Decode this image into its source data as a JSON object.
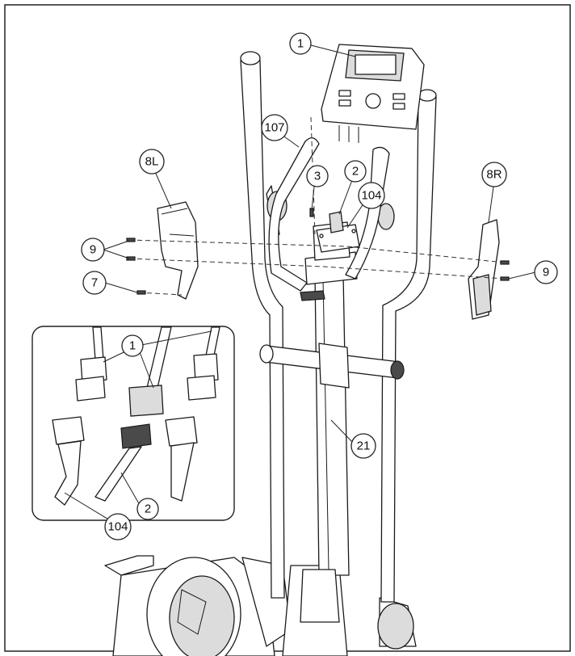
{
  "callouts": {
    "c1_top": "1",
    "c107": "107",
    "c3": "3",
    "c2_top": "2",
    "c104_top": "104",
    "c8L": "8L",
    "c8R": "8R",
    "c9_left": "9",
    "c9_right": "9",
    "c7": "7",
    "c1_inset": "1",
    "c21": "21",
    "c2_inset": "2",
    "c104_inset": "104"
  },
  "colors": {
    "line": "#1a1a1a",
    "fill": "#ffffff",
    "shade": "#dcdcdc"
  }
}
